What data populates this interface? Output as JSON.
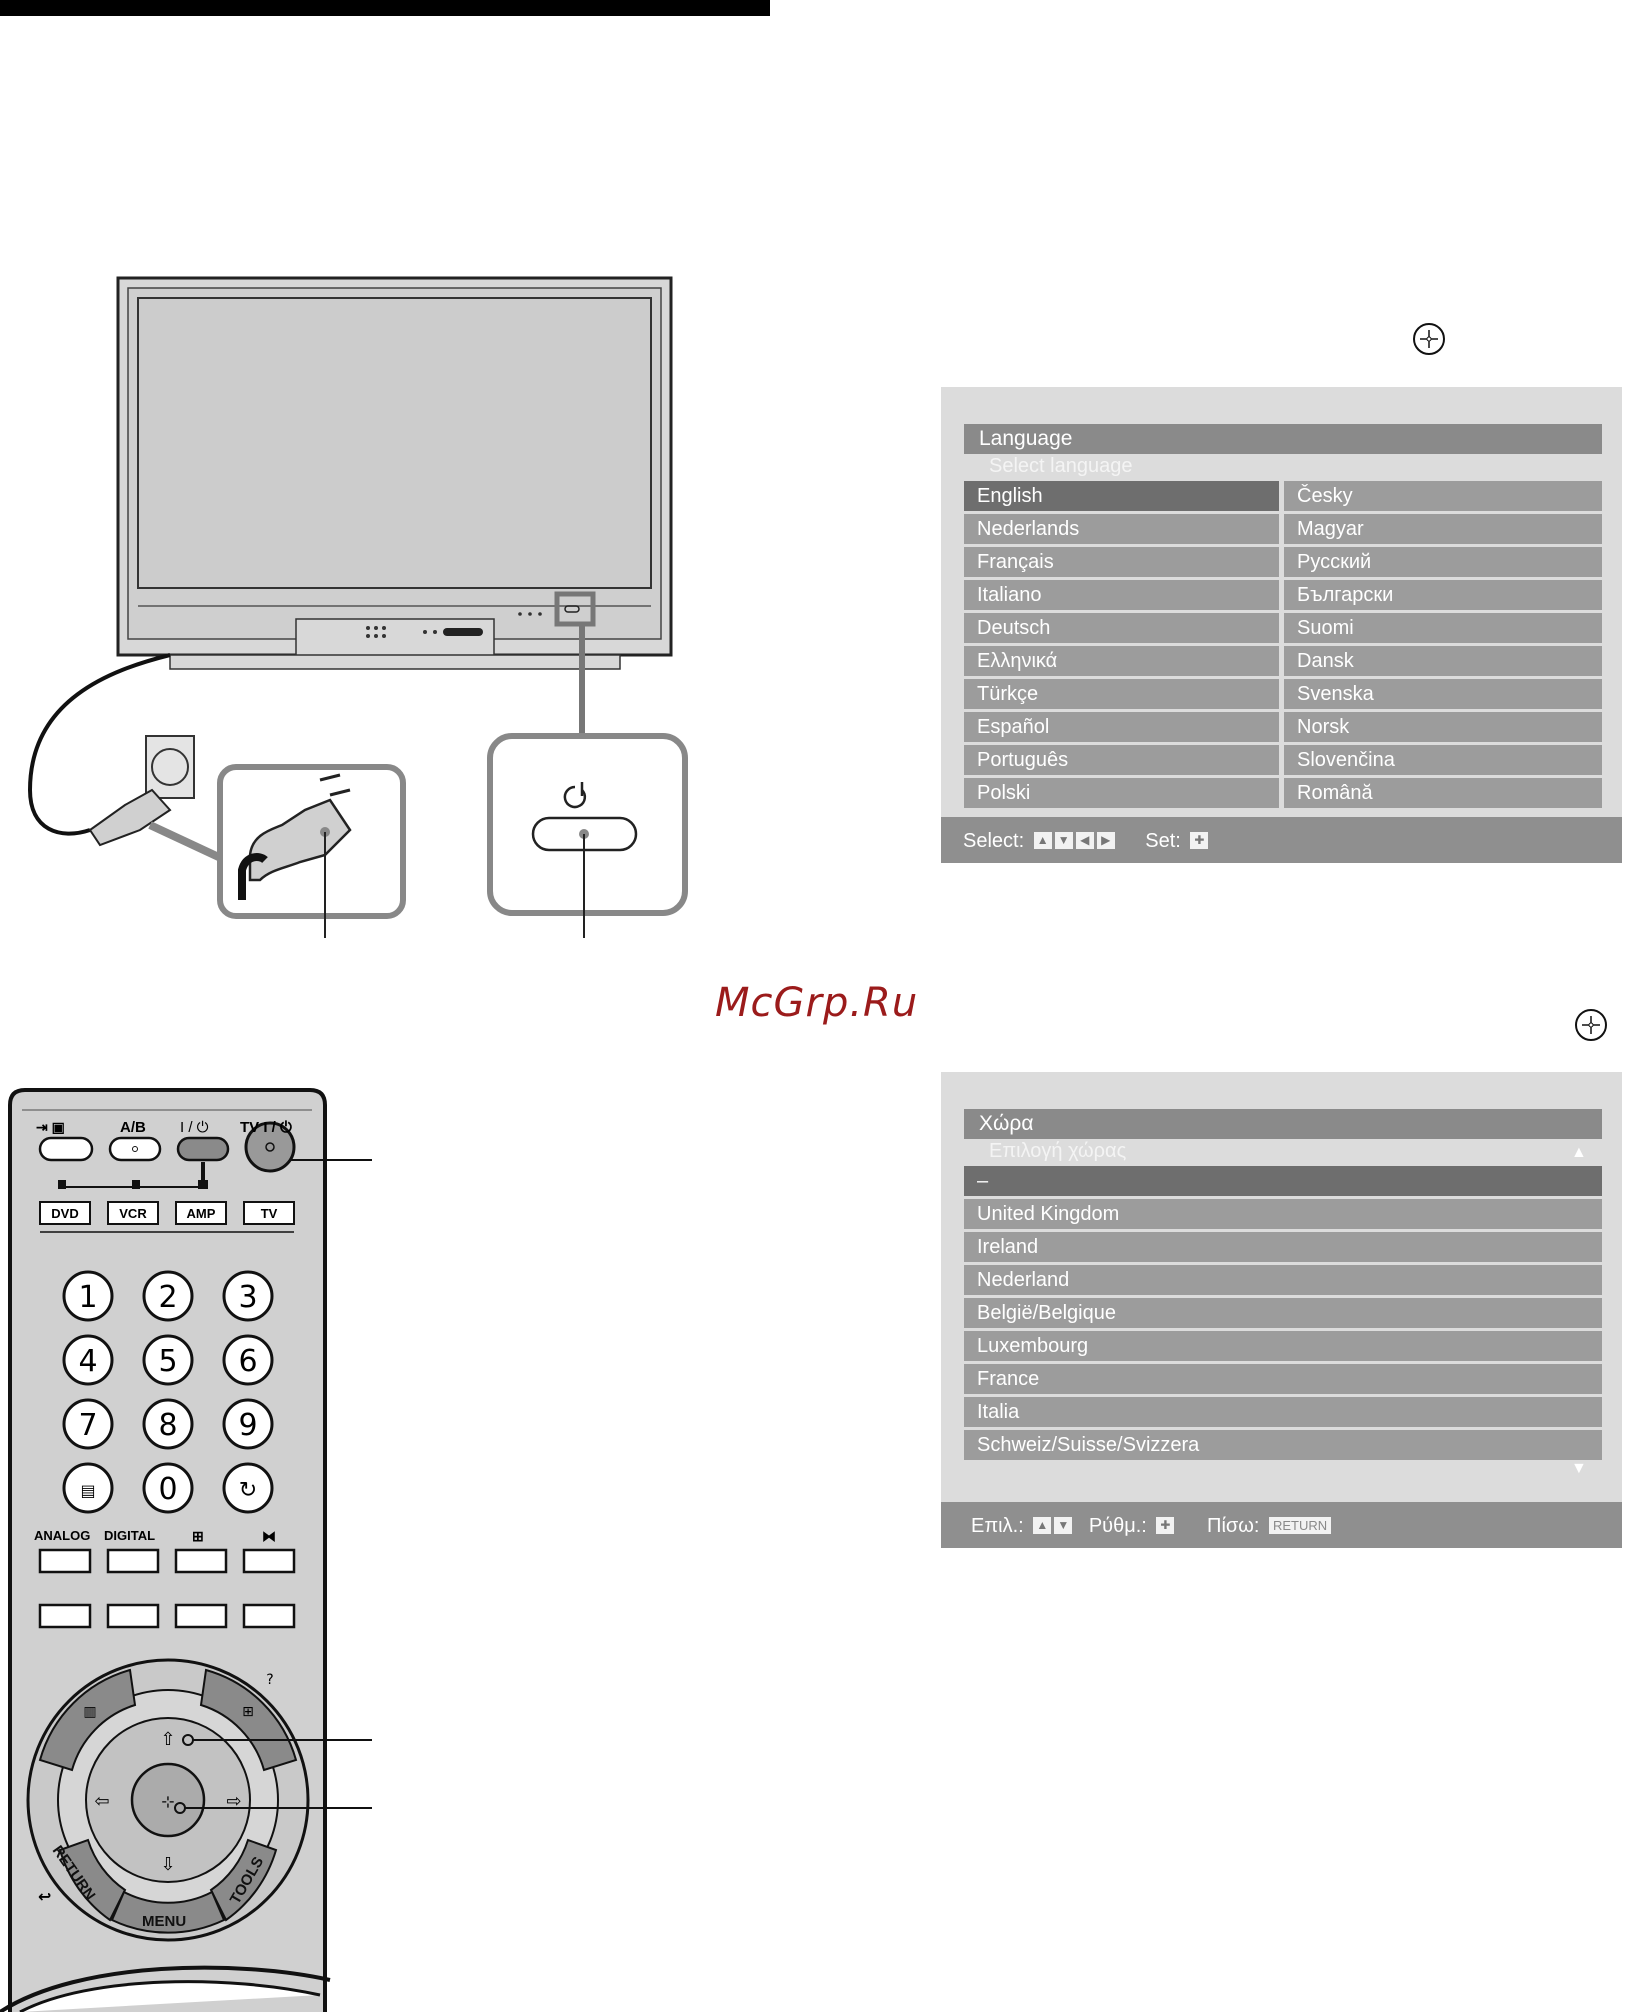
{
  "watermark": "McGrp.Ru",
  "language_menu": {
    "title": "Language",
    "subtitle": "Select language",
    "items": [
      "English",
      "Nederlands",
      "Français",
      "Italiano",
      "Deutsch",
      "Ελληνικά",
      "Türkçe",
      "Español",
      "Português",
      "Polski",
      "Česky",
      "Magyar",
      "Русский",
      "Български",
      "Suomi",
      "Dansk",
      "Svenska",
      "Norsk",
      "Slovenčina",
      "Română"
    ],
    "selected": "English",
    "footer_select": "Select:",
    "footer_set": "Set:"
  },
  "country_menu": {
    "title": "Χώρα",
    "subtitle": "Επιλογή χώρας",
    "items": [
      "–",
      "United Kingdom",
      "Ireland",
      "Nederland",
      "België/Belgique",
      "Luxembourg",
      "France",
      "Italia",
      "Schweiz/Suisse/Svizzera"
    ],
    "selected": "–",
    "footer_select": "Επιλ.:",
    "footer_set": "Ρύθμ.:",
    "footer_back": "Πίσω:",
    "return_key": "RETURN"
  },
  "remote": {
    "top_labels": [
      "A/B",
      "I / ⏻",
      "TV I / ⏻"
    ],
    "device_buttons": [
      "DVD",
      "VCR",
      "AMP",
      "TV"
    ],
    "digits": [
      "1",
      "2",
      "3",
      "4",
      "5",
      "6",
      "7",
      "8",
      "9",
      "0"
    ],
    "mode_labels": [
      "ANALOG",
      "DIGITAL"
    ],
    "return_label": "RETURN",
    "menu_label": "MENU",
    "tools_label": "TOOLS"
  },
  "colors": {
    "panel_bg": "#dcdcdc",
    "item_bg": "#9c9c9c",
    "selected_bg": "#6e6e6e",
    "title_bg": "#8a8a8a"
  }
}
